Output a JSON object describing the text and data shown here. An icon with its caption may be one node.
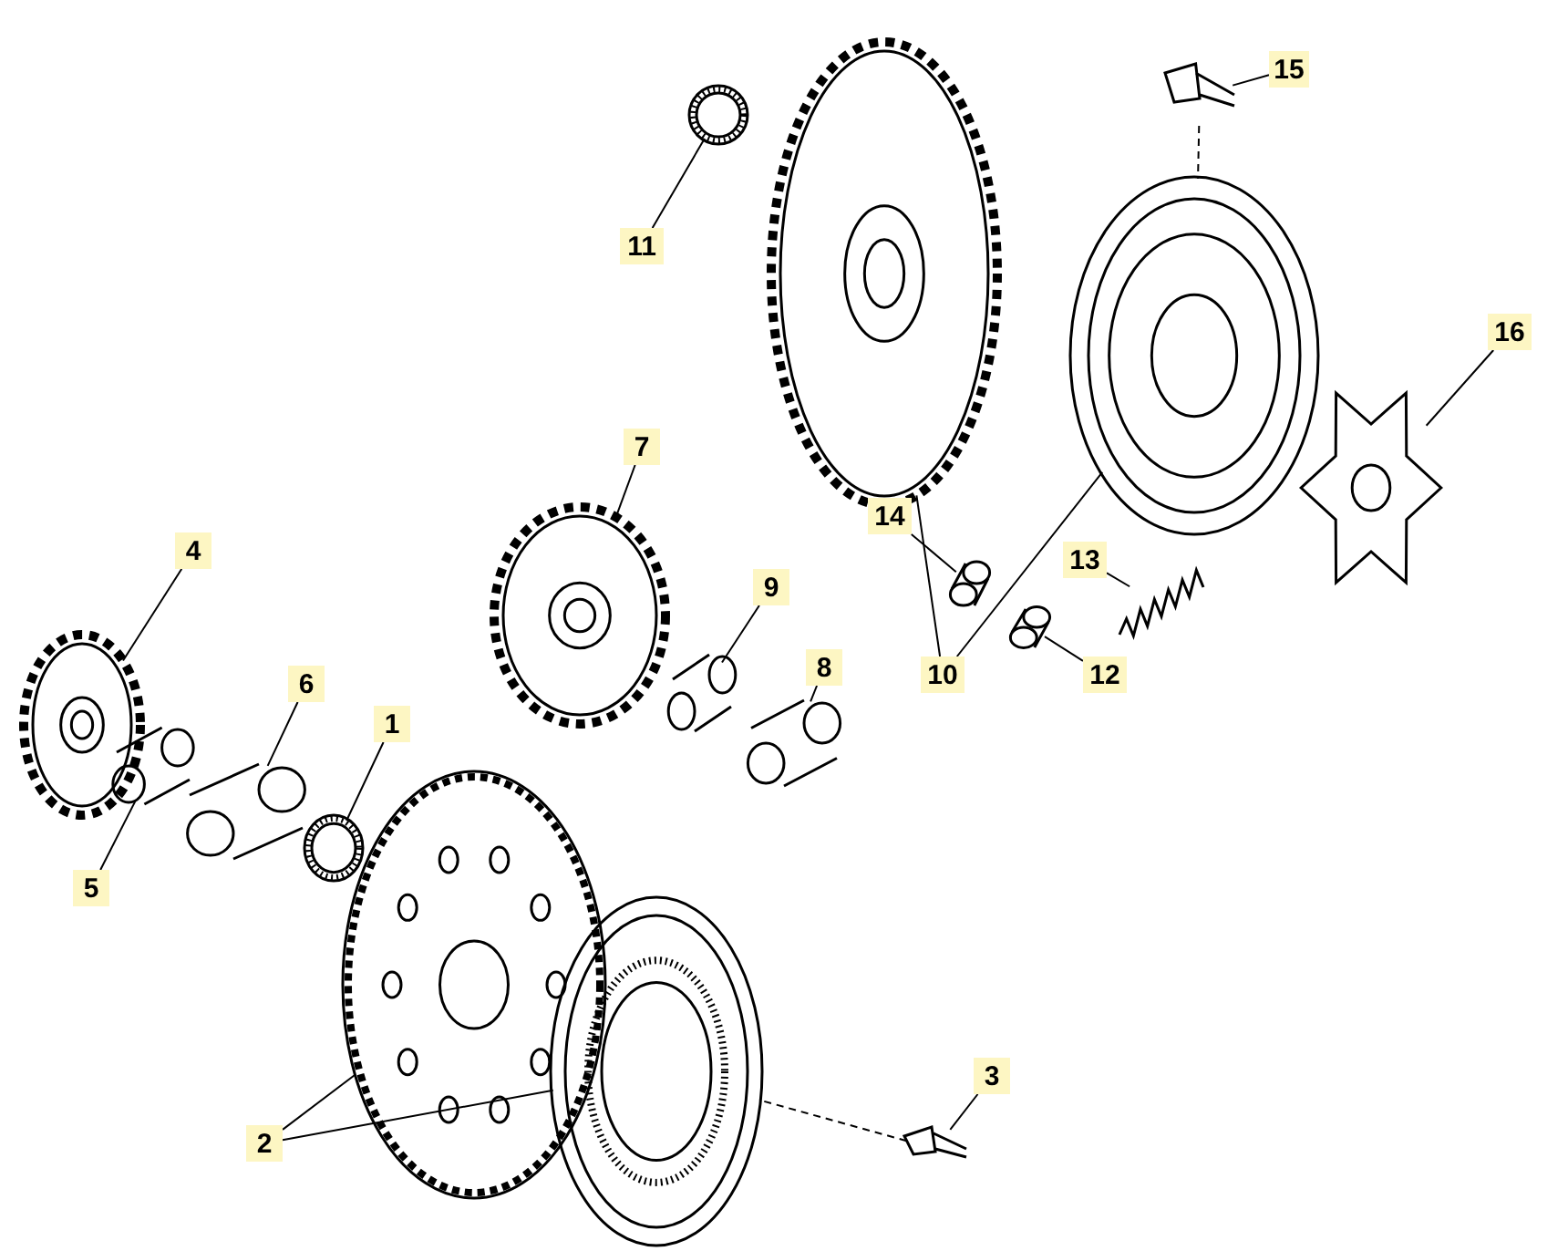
{
  "diagram": {
    "nodes": [
      {
        "text": [
          "15"
        ]
      },
      {
        "text": [],
        "shape": "picture"
      },
      {
        "text": [
          "11"
        ]
      },
      {
        "text": [],
        "shape": "picture"
      },
      {
        "text": [],
        "shape": "picture"
      },
      {
        "text": [],
        "shape": "picture"
      },
      {
        "text": [
          "16"
        ]
      },
      {
        "text": [],
        "shape": "picture"
      },
      {
        "text": [
          "7"
        ]
      },
      {
        "text": [],
        "shape": "picture"
      },
      {
        "text": [
          "4"
        ]
      },
      {
        "text": [],
        "shape": "picture"
      },
      {
        "text": [
          "14"
        ]
      },
      {
        "text": [],
        "shape": "picture"
      },
      {
        "text": [
          "13"
        ]
      },
      {
        "text": [],
        "shape": "picture"
      },
      {
        "text": [
          "9"
        ]
      },
      {
        "text": [],
        "shape": "picture"
      },
      {
        "text": [
          "6"
        ]
      },
      {
        "text": [],
        "shape": "picture"
      },
      {
        "text": [
          "8"
        ]
      },
      {
        "text": [],
        "shape": "picture"
      },
      {
        "text": [
          "10"
        ]
      },
      {
        "text": [
          "12"
        ]
      },
      {
        "text": [],
        "shape": "picture"
      },
      {
        "text": [
          "1"
        ]
      },
      {
        "text": [],
        "shape": "picture"
      },
      {
        "text": [
          "5"
        ]
      },
      {
        "text": [],
        "shape": "picture"
      },
      {
        "text": [],
        "shape": "picture"
      },
      {
        "text": [],
        "shape": "picture"
      },
      {
        "text": [
          "3"
        ]
      },
      {
        "text": [],
        "shape": "picture"
      },
      {
        "text": [
          "2"
        ]
      }
    ],
    "edges": [
      {
        "from": 0,
        "to": 1,
        "arrow": "none"
      },
      {
        "from": 2,
        "to": 3,
        "arrow": "none"
      },
      {
        "from": 6,
        "to": 7,
        "arrow": "none"
      },
      {
        "from": 8,
        "to": 9,
        "arrow": "none"
      },
      {
        "from": 10,
        "to": 11,
        "arrow": "none"
      },
      {
        "from": 12,
        "to": 13,
        "arrow": "none"
      },
      {
        "from": 14,
        "to": 15,
        "arrow": "none"
      },
      {
        "from": 16,
        "to": 17,
        "arrow": "none"
      },
      {
        "from": 18,
        "to": 19,
        "arrow": "none"
      },
      {
        "from": 20,
        "to": 21,
        "arrow": "none"
      },
      {
        "from": 22,
        "to": 4,
        "arrow": "none"
      },
      {
        "from": 22,
        "to": 5,
        "arrow": "none"
      },
      {
        "from": 23,
        "to": 24,
        "arrow": "none"
      },
      {
        "from": 25,
        "to": 26,
        "arrow": "none"
      },
      {
        "from": 27,
        "to": 28,
        "arrow": "none"
      },
      {
        "from": 33,
        "to": 29,
        "arrow": "none"
      },
      {
        "from": 33,
        "to": 30,
        "arrow": "none"
      },
      {
        "from": 31,
        "to": 32,
        "arrow": "none"
      },
      {
        "from": 1,
        "to": 5,
        "arrow": "none",
        "style": "dashed"
      },
      {
        "from": 32,
        "to": 30,
        "arrow": "none",
        "style": "dashed"
      }
    ]
  }
}
